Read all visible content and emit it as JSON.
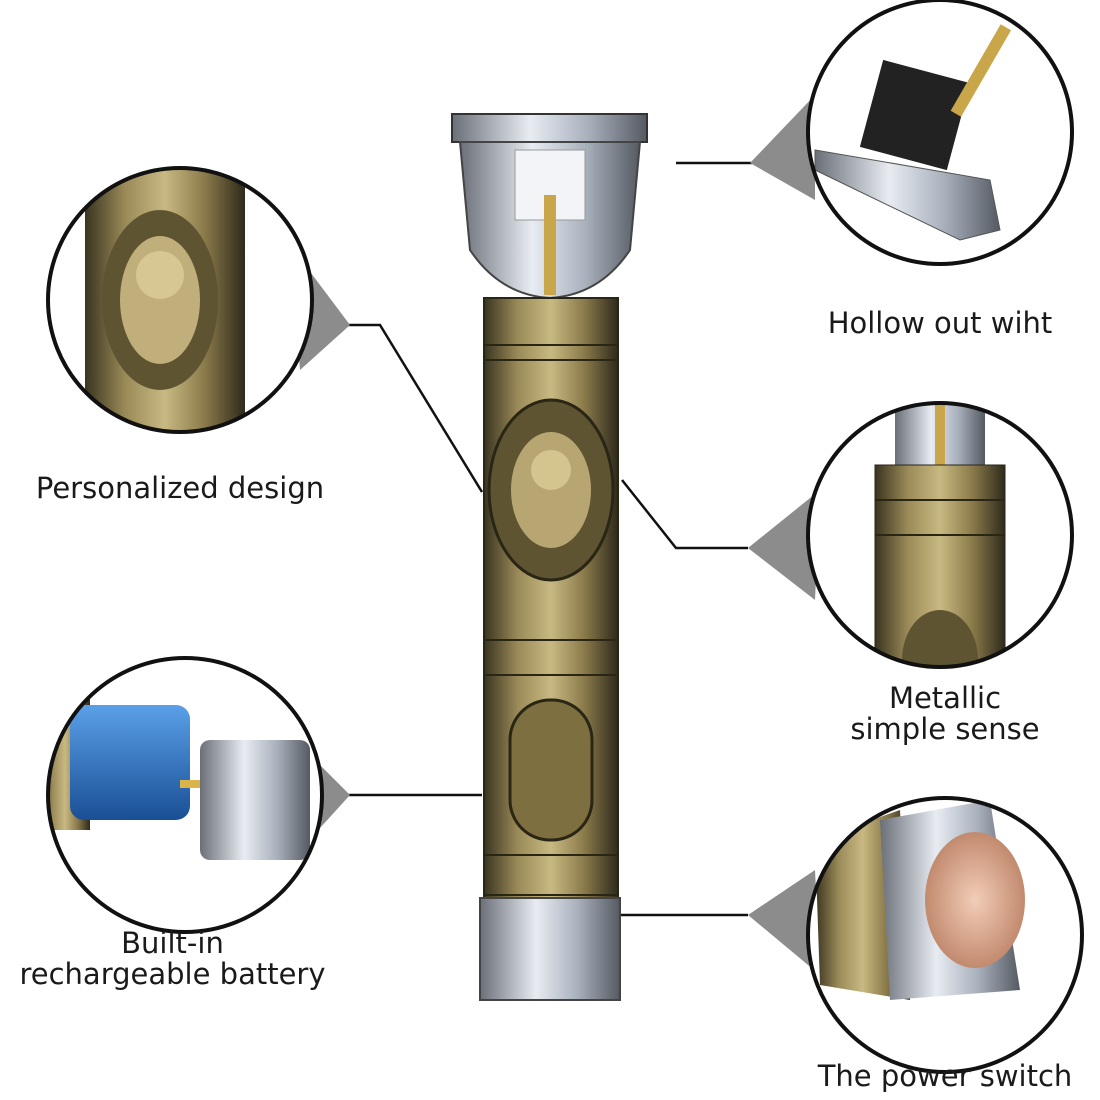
{
  "callouts": {
    "personalized": {
      "label": "Personalized design"
    },
    "hollow": {
      "label": "Hollow out wiht"
    },
    "metallic": {
      "line1": "Metallic",
      "line2": "simple sense"
    },
    "battery": {
      "line1": "Built-in",
      "line2": "rechargeable battery"
    },
    "power": {
      "label": "The power switch"
    }
  },
  "colors": {
    "bronze": "#8a7a4a",
    "dark": "#2e2a1c",
    "pointer": "#8c8c8c",
    "battery_blue": "#2a6fc0",
    "switch_copper": "#d9a88c"
  }
}
